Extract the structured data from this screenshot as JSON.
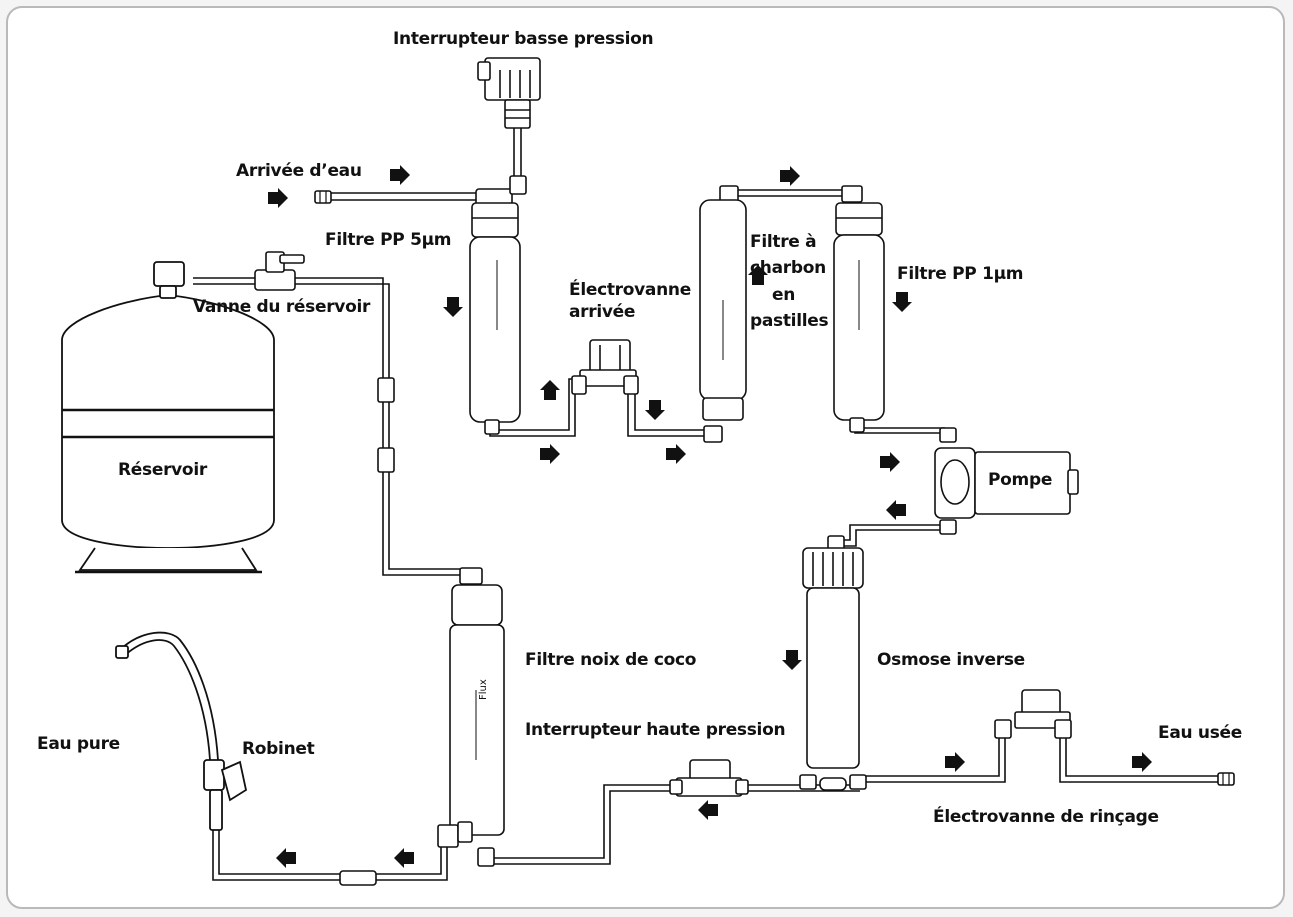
{
  "labels": {
    "low_pressure_switch": "Interrupteur basse pression",
    "water_inlet": "Arrivée d’eau",
    "pp5_filter": "Filtre PP 5µm",
    "tank_valve": "Vanne du réservoir",
    "inlet_solenoid_line1": "Électrovanne",
    "inlet_solenoid_line2": "arrivée",
    "carbon_filter_line1": "Filtre à",
    "carbon_filter_line2": "charbon",
    "carbon_filter_line3": "en",
    "carbon_filter_line4": "pastilles",
    "pp1_filter": "Filtre PP 1µm",
    "tank": "Réservoir",
    "pump": "Pompe",
    "coconut_filter": "Filtre  noix de coco",
    "reverse_osmosis": "Osmose inverse",
    "pure_water": "Eau pure",
    "faucet": "Robinet",
    "high_pressure_switch": "Interrupteur haute pression",
    "waste_water": "Eau usée",
    "flush_solenoid": "Électrovanne de rinçage",
    "flux_text": "Flux"
  }
}
